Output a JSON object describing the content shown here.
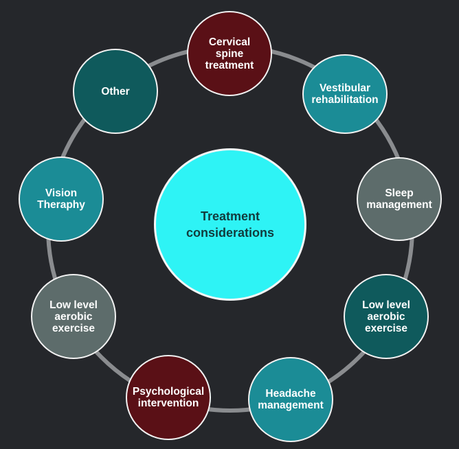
{
  "center": {
    "label": "Treatment\nconsiderations",
    "color": "#2ef3f5"
  },
  "nodes": [
    {
      "id": "cervical",
      "label": "Cervical spine\ntreatment",
      "color": "#5a1016"
    },
    {
      "id": "vestibular",
      "label": "Vestibular\nrehabilitation",
      "color": "#1b8c96"
    },
    {
      "id": "sleep",
      "label": "Sleep\nmanagement",
      "color": "#5d6c6b"
    },
    {
      "id": "lowright",
      "label": "Low level\naerobic\nexercise",
      "color": "#0f5a5c"
    },
    {
      "id": "headache",
      "label": "Headache\nmanagement",
      "color": "#1b8c96"
    },
    {
      "id": "psych",
      "label": "Psychological\nintervention",
      "color": "#5a1016"
    },
    {
      "id": "lowleft",
      "label": "Low level\naerobic\nexercise",
      "color": "#5d6c6b"
    },
    {
      "id": "vision",
      "label": "Vision\nTheraphy",
      "color": "#1b8c96"
    },
    {
      "id": "other",
      "label": "Other",
      "color": "#0f5a5c"
    }
  ],
  "ring_color": "#8a8c8f",
  "background": "#25272b"
}
